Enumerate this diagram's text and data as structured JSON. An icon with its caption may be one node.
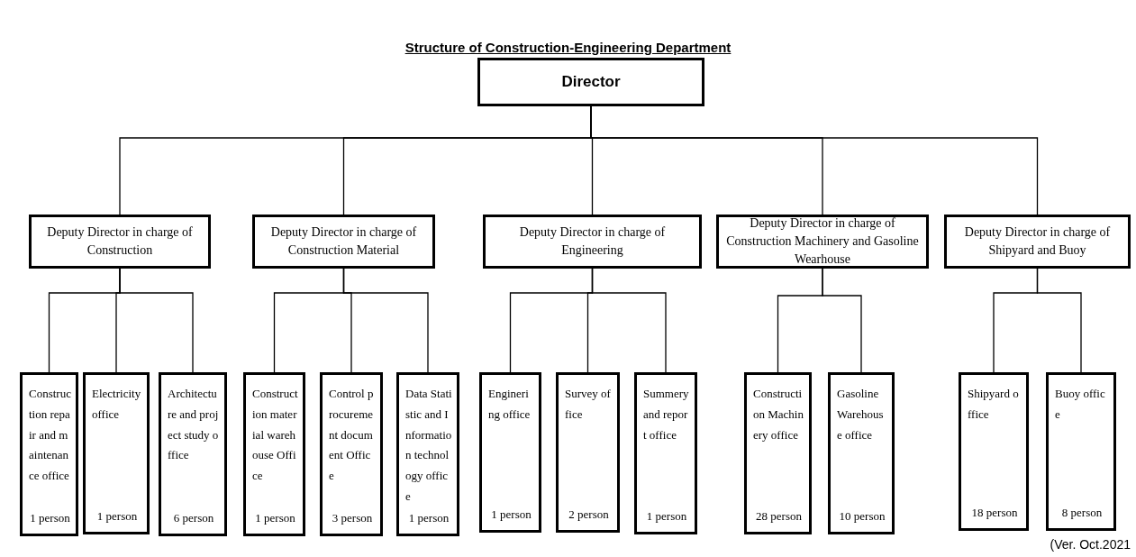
{
  "diagram": {
    "title": "Structure of Construction-Engineering Department",
    "nodes": [
      {
        "text": [
          "Director"
        ]
      },
      {
        "text": [
          "Deputy Director in charge of Construction"
        ]
      },
      {
        "text": [
          "Deputy Director in charge of Construction Material"
        ]
      },
      {
        "text": [
          "Deputy Director in charge of Engineering"
        ]
      },
      {
        "text": [
          "Deputy Director in charge of Construction Machinery and Gasoline Wearhouse"
        ]
      },
      {
        "text": [
          "Deputy Director in charge of Shipyard and Buoy"
        ]
      },
      {
        "text": [
          "Construction repair and maintenance office",
          "1 person"
        ]
      },
      {
        "text": [
          "Electricity office",
          "1 person"
        ]
      },
      {
        "text": [
          "Architecture and project study office",
          "6 person"
        ]
      },
      {
        "text": [
          "Construction material warehouse Office",
          "1 person"
        ]
      },
      {
        "text": [
          "Control procurement document Office",
          "3 person"
        ]
      },
      {
        "text": [
          "Data Statistic and Information technology office",
          "1 person"
        ]
      },
      {
        "text": [
          "Enginering office",
          "1 person"
        ]
      },
      {
        "text": [
          "Survey office",
          "2 person"
        ]
      },
      {
        "text": [
          "Summery and report office",
          "1 person"
        ]
      },
      {
        "text": [
          "Construction Machinery office",
          "28 person"
        ]
      },
      {
        "text": [
          "Gasoline Warehouse office",
          "10 person"
        ]
      },
      {
        "text": [
          "Shipyard office",
          "18 person"
        ]
      },
      {
        "text": [
          "Buoy office",
          "8 person"
        ]
      }
    ],
    "edges": [
      {
        "from": 0,
        "to": 1,
        "arrow": "none"
      },
      {
        "from": 0,
        "to": 2,
        "arrow": "none"
      },
      {
        "from": 0,
        "to": 3,
        "arrow": "none"
      },
      {
        "from": 0,
        "to": 4,
        "arrow": "none"
      },
      {
        "from": 0,
        "to": 5,
        "arrow": "none"
      },
      {
        "from": 1,
        "to": 6,
        "arrow": "none"
      },
      {
        "from": 1,
        "to": 7,
        "arrow": "none"
      },
      {
        "from": 1,
        "to": 8,
        "arrow": "none"
      },
      {
        "from": 2,
        "to": 9,
        "arrow": "none"
      },
      {
        "from": 2,
        "to": 10,
        "arrow": "none"
      },
      {
        "from": 2,
        "to": 11,
        "arrow": "none"
      },
      {
        "from": 3,
        "to": 12,
        "arrow": "none"
      },
      {
        "from": 3,
        "to": 13,
        "arrow": "none"
      },
      {
        "from": 3,
        "to": 14,
        "arrow": "none"
      },
      {
        "from": 4,
        "to": 15,
        "arrow": "none"
      },
      {
        "from": 4,
        "to": 16,
        "arrow": "none"
      },
      {
        "from": 5,
        "to": 17,
        "arrow": "none"
      },
      {
        "from": 5,
        "to": 18,
        "arrow": "none"
      }
    ],
    "labels": [
      "(Ver. Oct.2021"
    ]
  }
}
